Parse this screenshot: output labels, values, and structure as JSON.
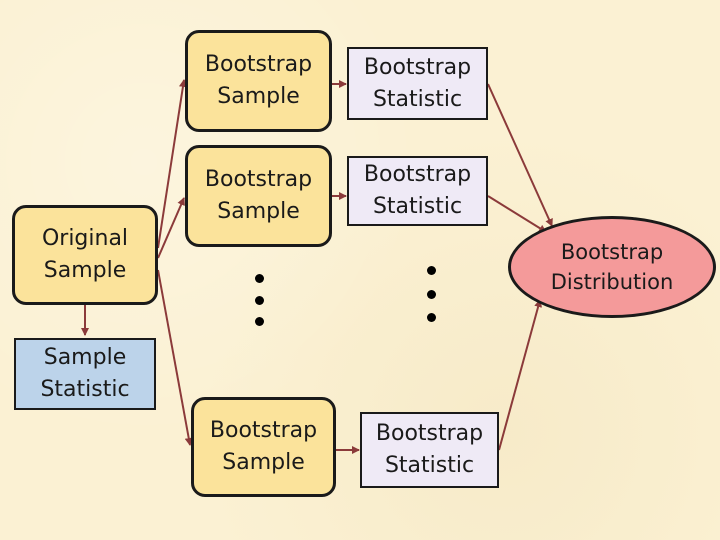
{
  "diagram": {
    "original_sample": "Original\nSample",
    "sample_statistic": "Sample\nStatistic",
    "bootstrap_sample": "Bootstrap\nSample",
    "bootstrap_statistic": "Bootstrap\nStatistic",
    "bootstrap_distribution": "Bootstrap\nDistribution"
  },
  "colors": {
    "background": "#fbf1d3",
    "sample_fill": "#fbe39b",
    "statistic_fill": "#efeaf6",
    "sample_statistic_fill": "#bcd3ea",
    "distribution_fill": "#f49a9a",
    "arrow": "#8b3a3a"
  }
}
